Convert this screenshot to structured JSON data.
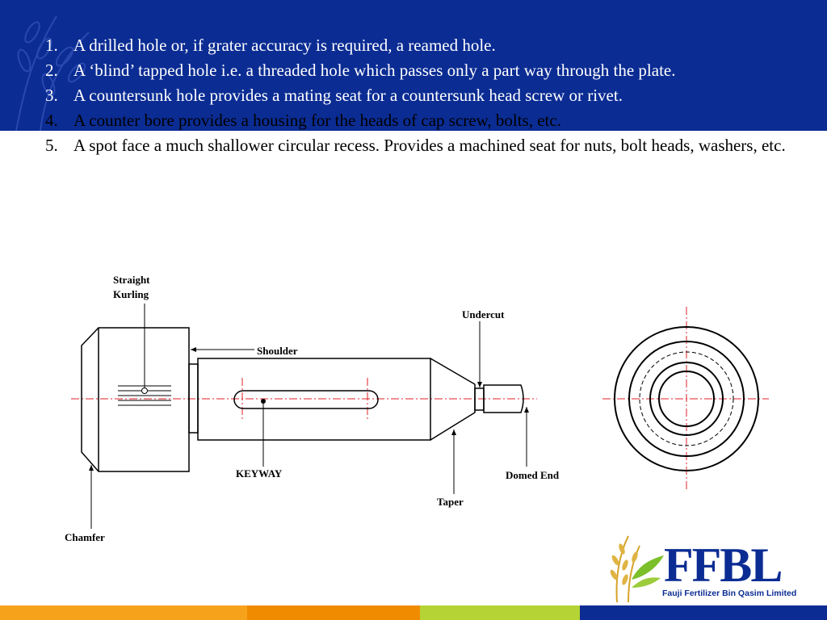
{
  "slide": {
    "items": [
      {
        "num": "1.",
        "text": "A drilled hole or, if grater accuracy is required, a reamed hole."
      },
      {
        "num": "2.",
        "text": "A ‘blind’ tapped hole i.e. a threaded hole which passes only a part way through the plate."
      },
      {
        "num": "3.",
        "text": "A countersunk hole provides a mating seat for a countersunk head screw or rivet."
      },
      {
        "num": "4.",
        "text": "A counter bore provides a housing for the heads of cap screw, bolts, etc."
      },
      {
        "num": "5.",
        "text": "A spot face a much shallower circular recess. Provides a machined seat for nuts, bolt heads, washers, etc."
      }
    ]
  },
  "diagram": {
    "labels": {
      "straight": "Straight",
      "kurling": "Kurling",
      "shoulder": "Shoulder",
      "undercut": "Undercut",
      "keyway": "KEYWAY",
      "domed_end": "Domed End",
      "taper": "Taper",
      "chamfer": "Chamfer"
    }
  },
  "logo": {
    "name": "FFBL",
    "subtitle": "Fauji Fertilizer Bin Qasim Limited"
  },
  "colors": {
    "banner": "#0b2c93",
    "center_line": "#e0202a",
    "footer": [
      "#f7a21b",
      "#f08b00",
      "#b5d334",
      "#0b2c93"
    ]
  }
}
